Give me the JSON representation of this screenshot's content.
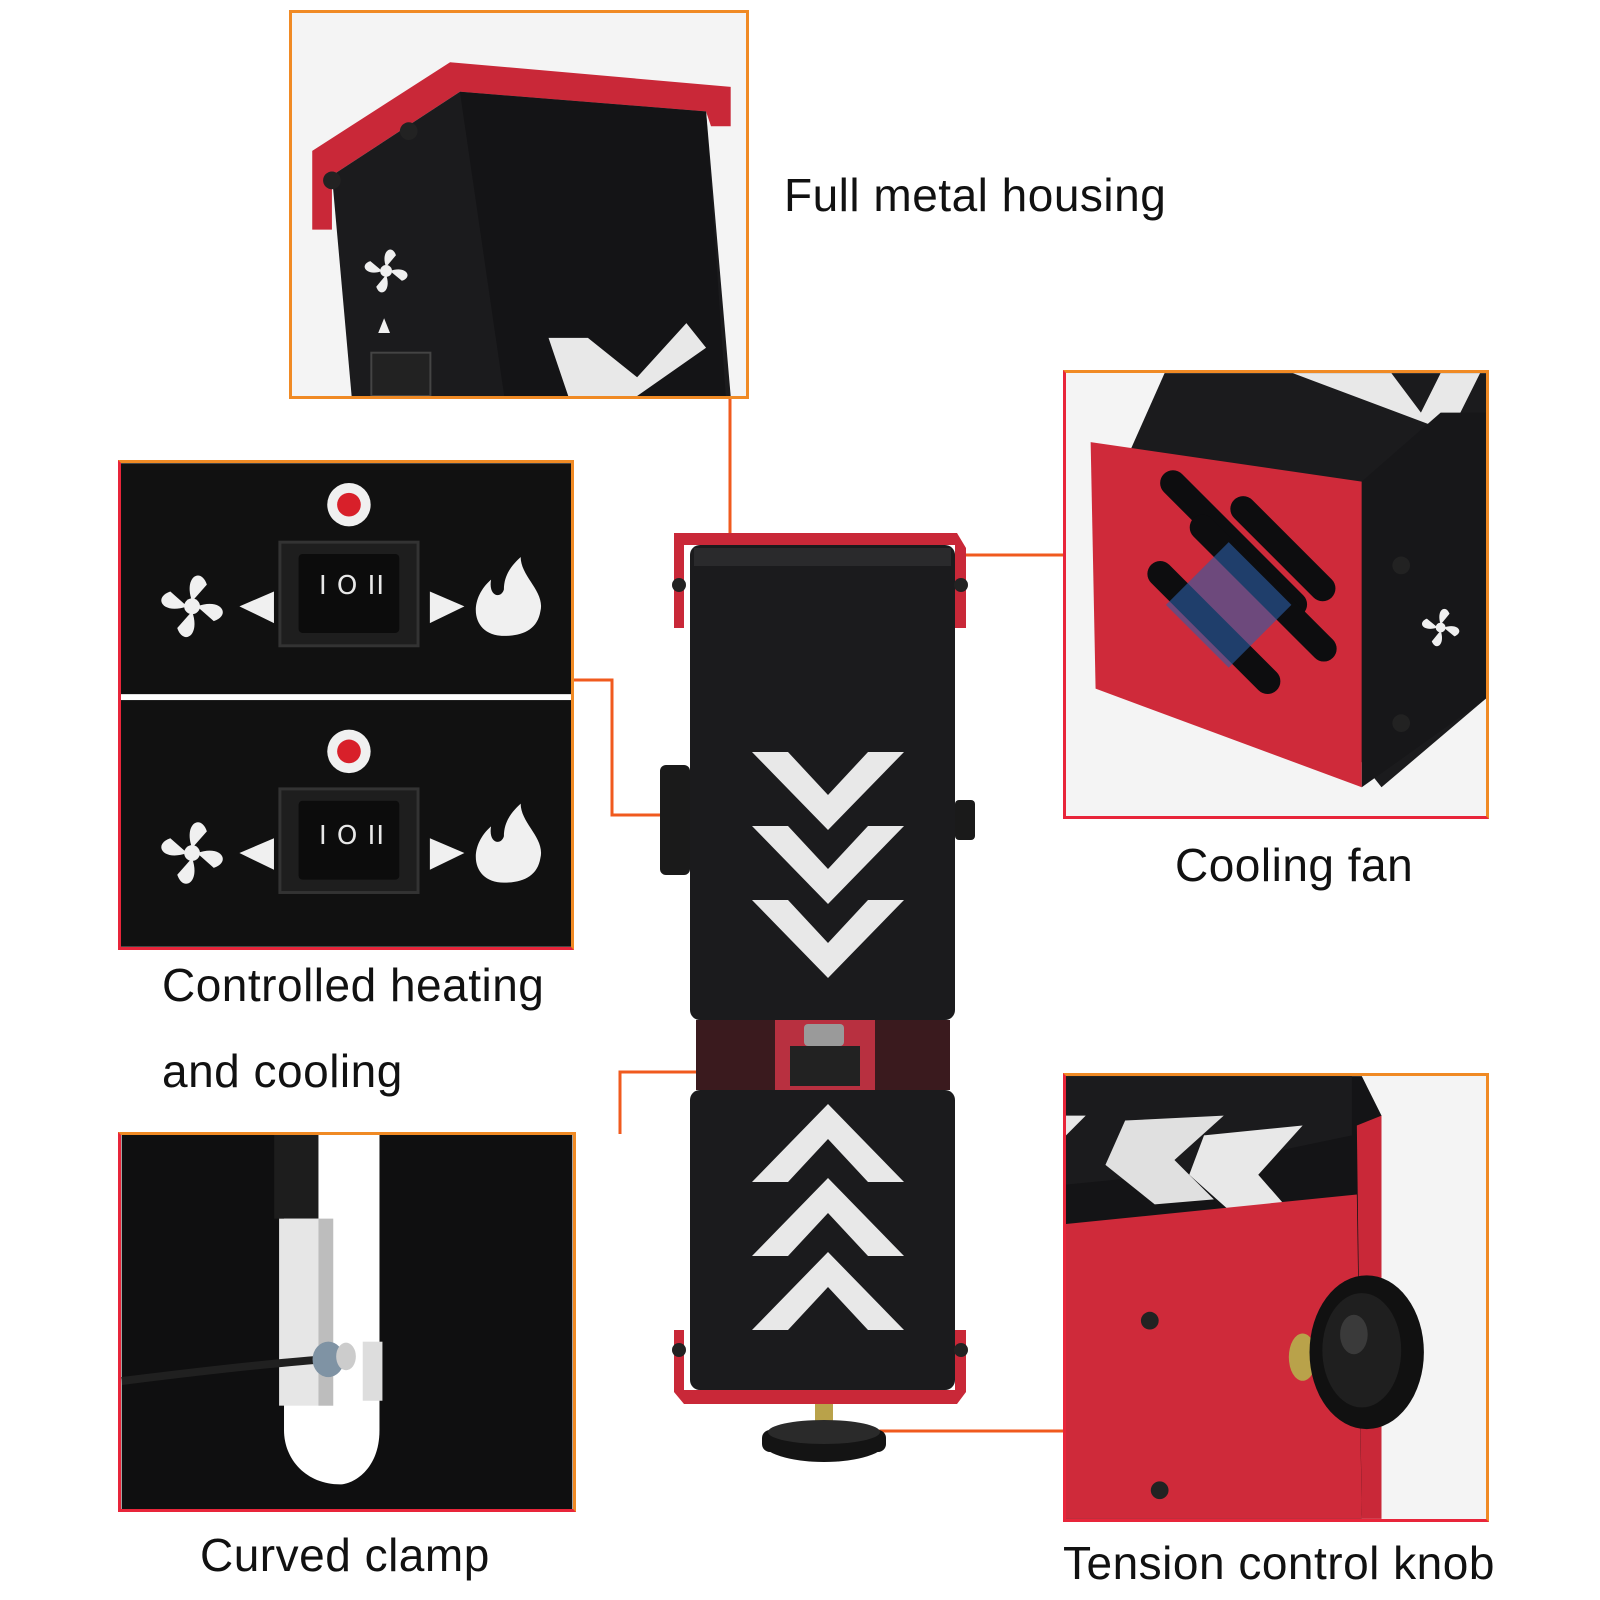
{
  "callouts": {
    "housing": {
      "label": "Full metal housing"
    },
    "fan": {
      "label": "Cooling fan"
    },
    "switch": {
      "label_line1": "Controlled heating",
      "label_line2": "and cooling",
      "switch_glyph": "I O II"
    },
    "clamp": {
      "label": "Curved clamp"
    },
    "knob": {
      "label": "Tension control knob"
    }
  },
  "colors": {
    "frame_orange": "#f08a24",
    "frame_red": "#e8253a",
    "leader": "#f05a1e",
    "housing_black": "#1b1b1d",
    "anodized_red": "#d42a3a",
    "chevron": "#e8e8e8"
  },
  "icons": [
    "fan-icon",
    "flame-icon",
    "arrow-left-icon",
    "arrow-right-icon",
    "led-indicator-icon",
    "rocker-switch-icon",
    "chevron-icon",
    "thumb-knob-icon",
    "screw-icon"
  ]
}
